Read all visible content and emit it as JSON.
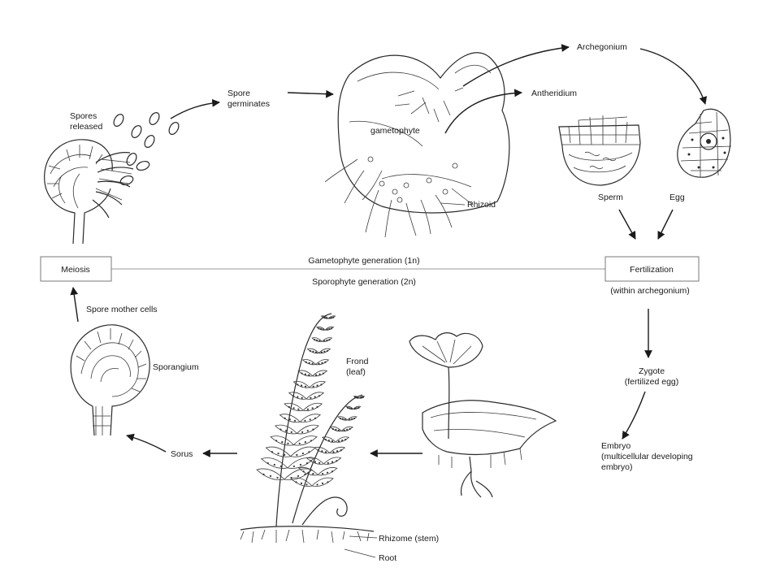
{
  "labels": {
    "spores_released": [
      "Spores",
      "released"
    ],
    "spore_germinates": [
      "Spore",
      "germinates"
    ],
    "gametophyte": "gametophyte",
    "rhizoid": "Rhizoid",
    "archegonium": "Archegonium",
    "antheridium": "Antheridium",
    "sperm": "Sperm",
    "egg": "Egg",
    "meiosis": "Meiosis",
    "gametophyte_generation": "Gametophyte generation (1n)",
    "sporophyte_generation": "Sporophyte generation (2n)",
    "fertilization": "Fertilization",
    "within_archegonium": "(within archegonium)",
    "spore_mother_cells": "Spore mother cells",
    "sporangium": "Sporangium",
    "frond": [
      "Frond",
      "(leaf)"
    ],
    "zygote": [
      "Zygote",
      "(fertilized egg)"
    ],
    "sorus": "Sorus",
    "embryo": [
      "Embryo",
      "(multicellular developing",
      "embryo)"
    ],
    "rhizome": "Rhizome (stem)",
    "root": "Root"
  }
}
